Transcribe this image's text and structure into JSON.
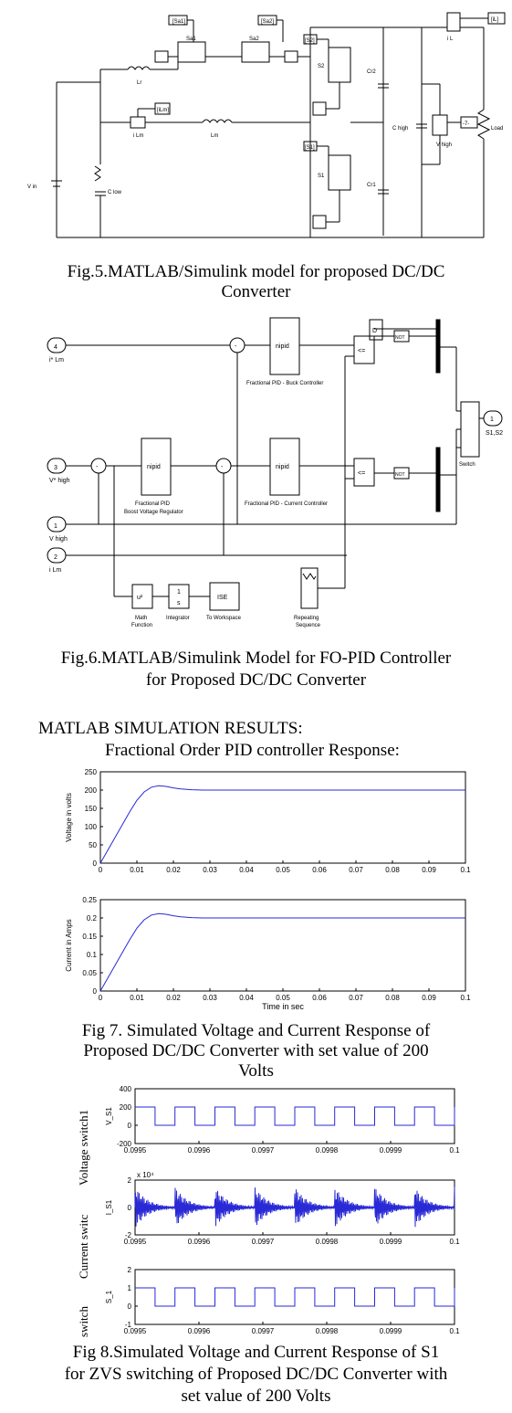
{
  "fig5": {
    "caption_line1": "Fig.5.MATLAB/Simulink model for proposed DC/DC",
    "caption_line2": "Converter",
    "labels": {
      "sa1_tag": "[Sa1]",
      "sa2_tag": "[Sa2]",
      "sa1": "Sa1",
      "sa2": "Sa2",
      "lr": "Lr",
      "ilm_tag": "[iLm]",
      "ilm": "i Lm",
      "lm": "Lm",
      "clow": "C low",
      "vin": "V in",
      "s2_tag": "[S2]",
      "s2": "S2",
      "cr2": "Cr2",
      "s1_tag": "[S1]",
      "s1": "S1",
      "cr1": "Cr1",
      "chigh": "C high",
      "il": "i L",
      "il_tag": "[iL]",
      "vhigh": "V high",
      "load": "Load",
      "out7": "-7-"
    }
  },
  "fig6": {
    "caption_line1": "Fig.6.MATLAB/Simulink Model for FO-PID Controller",
    "caption_line2": "for Proposed DC/DC Converter",
    "labels": {
      "in4": "4",
      "in4_label": "i* Lm",
      "in3": "3",
      "in3_label": "V* high",
      "in1": "1",
      "in1_label": "V high",
      "in2": "2",
      "in2_label": "i Lm",
      "nipid": "nipid",
      "buck_ctrl": "Fractional PID - Buck Controller",
      "current_ctrl": "Fractional PID - Current Controller",
      "boost_ctrl_1": "Fractional PID",
      "boost_ctrl_2": "Boost Voltage Regulator",
      "d": "D",
      "le": "<=",
      "not": "NOT",
      "out1": "1",
      "out1_label": "S1,S2",
      "switch": "Switch",
      "u2": "u²",
      "math_fn_1": "Math",
      "math_fn_2": "Function",
      "integ_1": "1",
      "integ_2": "s",
      "integrator": "Integrator",
      "ise": "ISE",
      "to_ws": "To Workspace",
      "rep_1": "Repeating",
      "rep_2": "Sequence",
      "minus": "-",
      "plus": "+"
    }
  },
  "section": {
    "heading": "MATLAB SIMULATION RESULTS:",
    "subheading": "Fractional Order PID controller Response:"
  },
  "fig7": {
    "caption_line1": "Fig 7. Simulated Voltage and Current Response of",
    "caption_line2": "Proposed DC/DC Converter with set value of 200",
    "caption_line3": "Volts"
  },
  "fig8": {
    "caption_line1": "Fig  8.Simulated Voltage and Current Response of S1",
    "caption_line2": "for ZVS switching of Proposed DC/DC Converter with",
    "caption_line3": "set value of  200 Volts",
    "side_label_1": "Voltage switch1",
    "side_label_2": "Current switc",
    "side_label_3": "switch"
  },
  "chart_data": [
    {
      "type": "line",
      "ylabel": "Voltage in volts",
      "xlabel": "",
      "xlim": [
        0,
        0.1
      ],
      "ylim": [
        0,
        250
      ],
      "xticks": [
        "0",
        "0.01",
        "0.02",
        "0.03",
        "0.04",
        "0.05",
        "0.06",
        "0.07",
        "0.08",
        "0.09",
        "0.1"
      ],
      "yticks": [
        "0",
        "50",
        "100",
        "150",
        "200",
        "250"
      ],
      "grid": false,
      "color": "#2929d6",
      "series": [
        {
          "x": [
            0,
            0.002,
            0.004,
            0.006,
            0.008,
            0.01,
            0.012,
            0.014,
            0.016,
            0.018,
            0.02,
            0.022,
            0.025,
            0.028,
            0.03,
            0.04,
            0.05,
            0.06,
            0.07,
            0.08,
            0.09,
            0.1
          ],
          "y": [
            0,
            35,
            70,
            105,
            140,
            172,
            195,
            208,
            212,
            210,
            206,
            203,
            201,
            200,
            200,
            200,
            200,
            200,
            200,
            200,
            200,
            200
          ]
        }
      ]
    },
    {
      "type": "line",
      "ylabel": "Current in Amps",
      "xlabel": "Time in sec",
      "xlim": [
        0,
        0.1
      ],
      "ylim": [
        0,
        0.25
      ],
      "xticks": [
        "0",
        "0.01",
        "0.02",
        "0.03",
        "0.04",
        "0.05",
        "0.06",
        "0.07",
        "0.08",
        "0.09",
        "0.1"
      ],
      "yticks": [
        "0",
        "0.05",
        "0.1",
        "0.15",
        "0.2",
        "0.25"
      ],
      "grid": false,
      "color": "#2929d6",
      "series": [
        {
          "x": [
            0,
            0.002,
            0.004,
            0.006,
            0.008,
            0.01,
            0.012,
            0.014,
            0.016,
            0.018,
            0.02,
            0.022,
            0.025,
            0.028,
            0.03,
            0.04,
            0.05,
            0.06,
            0.07,
            0.08,
            0.09,
            0.1
          ],
          "y": [
            0,
            0.035,
            0.07,
            0.105,
            0.14,
            0.172,
            0.195,
            0.208,
            0.212,
            0.21,
            0.206,
            0.203,
            0.201,
            0.2,
            0.2,
            0.2,
            0.2,
            0.2,
            0.2,
            0.2,
            0.2,
            0.2
          ]
        }
      ]
    },
    {
      "type": "line",
      "ylabel": "V_S1",
      "xlim": [
        0.0995,
        0.1
      ],
      "ylim": [
        -200,
        400
      ],
      "xticks": [
        "0.0995",
        "0.0996",
        "0.0997",
        "0.0998",
        "0.0999",
        "0.1"
      ],
      "yticks": [
        "-200",
        "0",
        "200",
        "400"
      ],
      "square": {
        "high": 200,
        "low": 0,
        "period": 6.25e-05,
        "start_high": true
      },
      "color": "#2929d6"
    },
    {
      "type": "line",
      "ylabel": "I_S1",
      "multiplier": "x 10⁴",
      "xlim": [
        0.0995,
        0.1
      ],
      "ylim": [
        -2,
        2
      ],
      "xticks": [
        "0.0995",
        "0.0996",
        "0.0997",
        "0.0998",
        "0.0999",
        "0.1"
      ],
      "yticks": [
        "-2",
        "0",
        "2"
      ],
      "spikes": {
        "amplitude": 1.5,
        "period": 6.25e-05,
        "decay": 2e-05
      },
      "color": "#2929d6"
    },
    {
      "type": "line",
      "ylabel": "S_1",
      "xlim": [
        0.0995,
        0.1
      ],
      "ylim": [
        -1,
        2
      ],
      "xticks": [
        "0.0995",
        "0.0996",
        "0.0997",
        "0.0998",
        "0.0999",
        "0.1"
      ],
      "yticks": [
        "-1",
        "0",
        "1",
        "2"
      ],
      "square": {
        "high": 1,
        "low": 0,
        "period": 6.25e-05,
        "start_high": true
      },
      "color": "#2929d6"
    }
  ]
}
